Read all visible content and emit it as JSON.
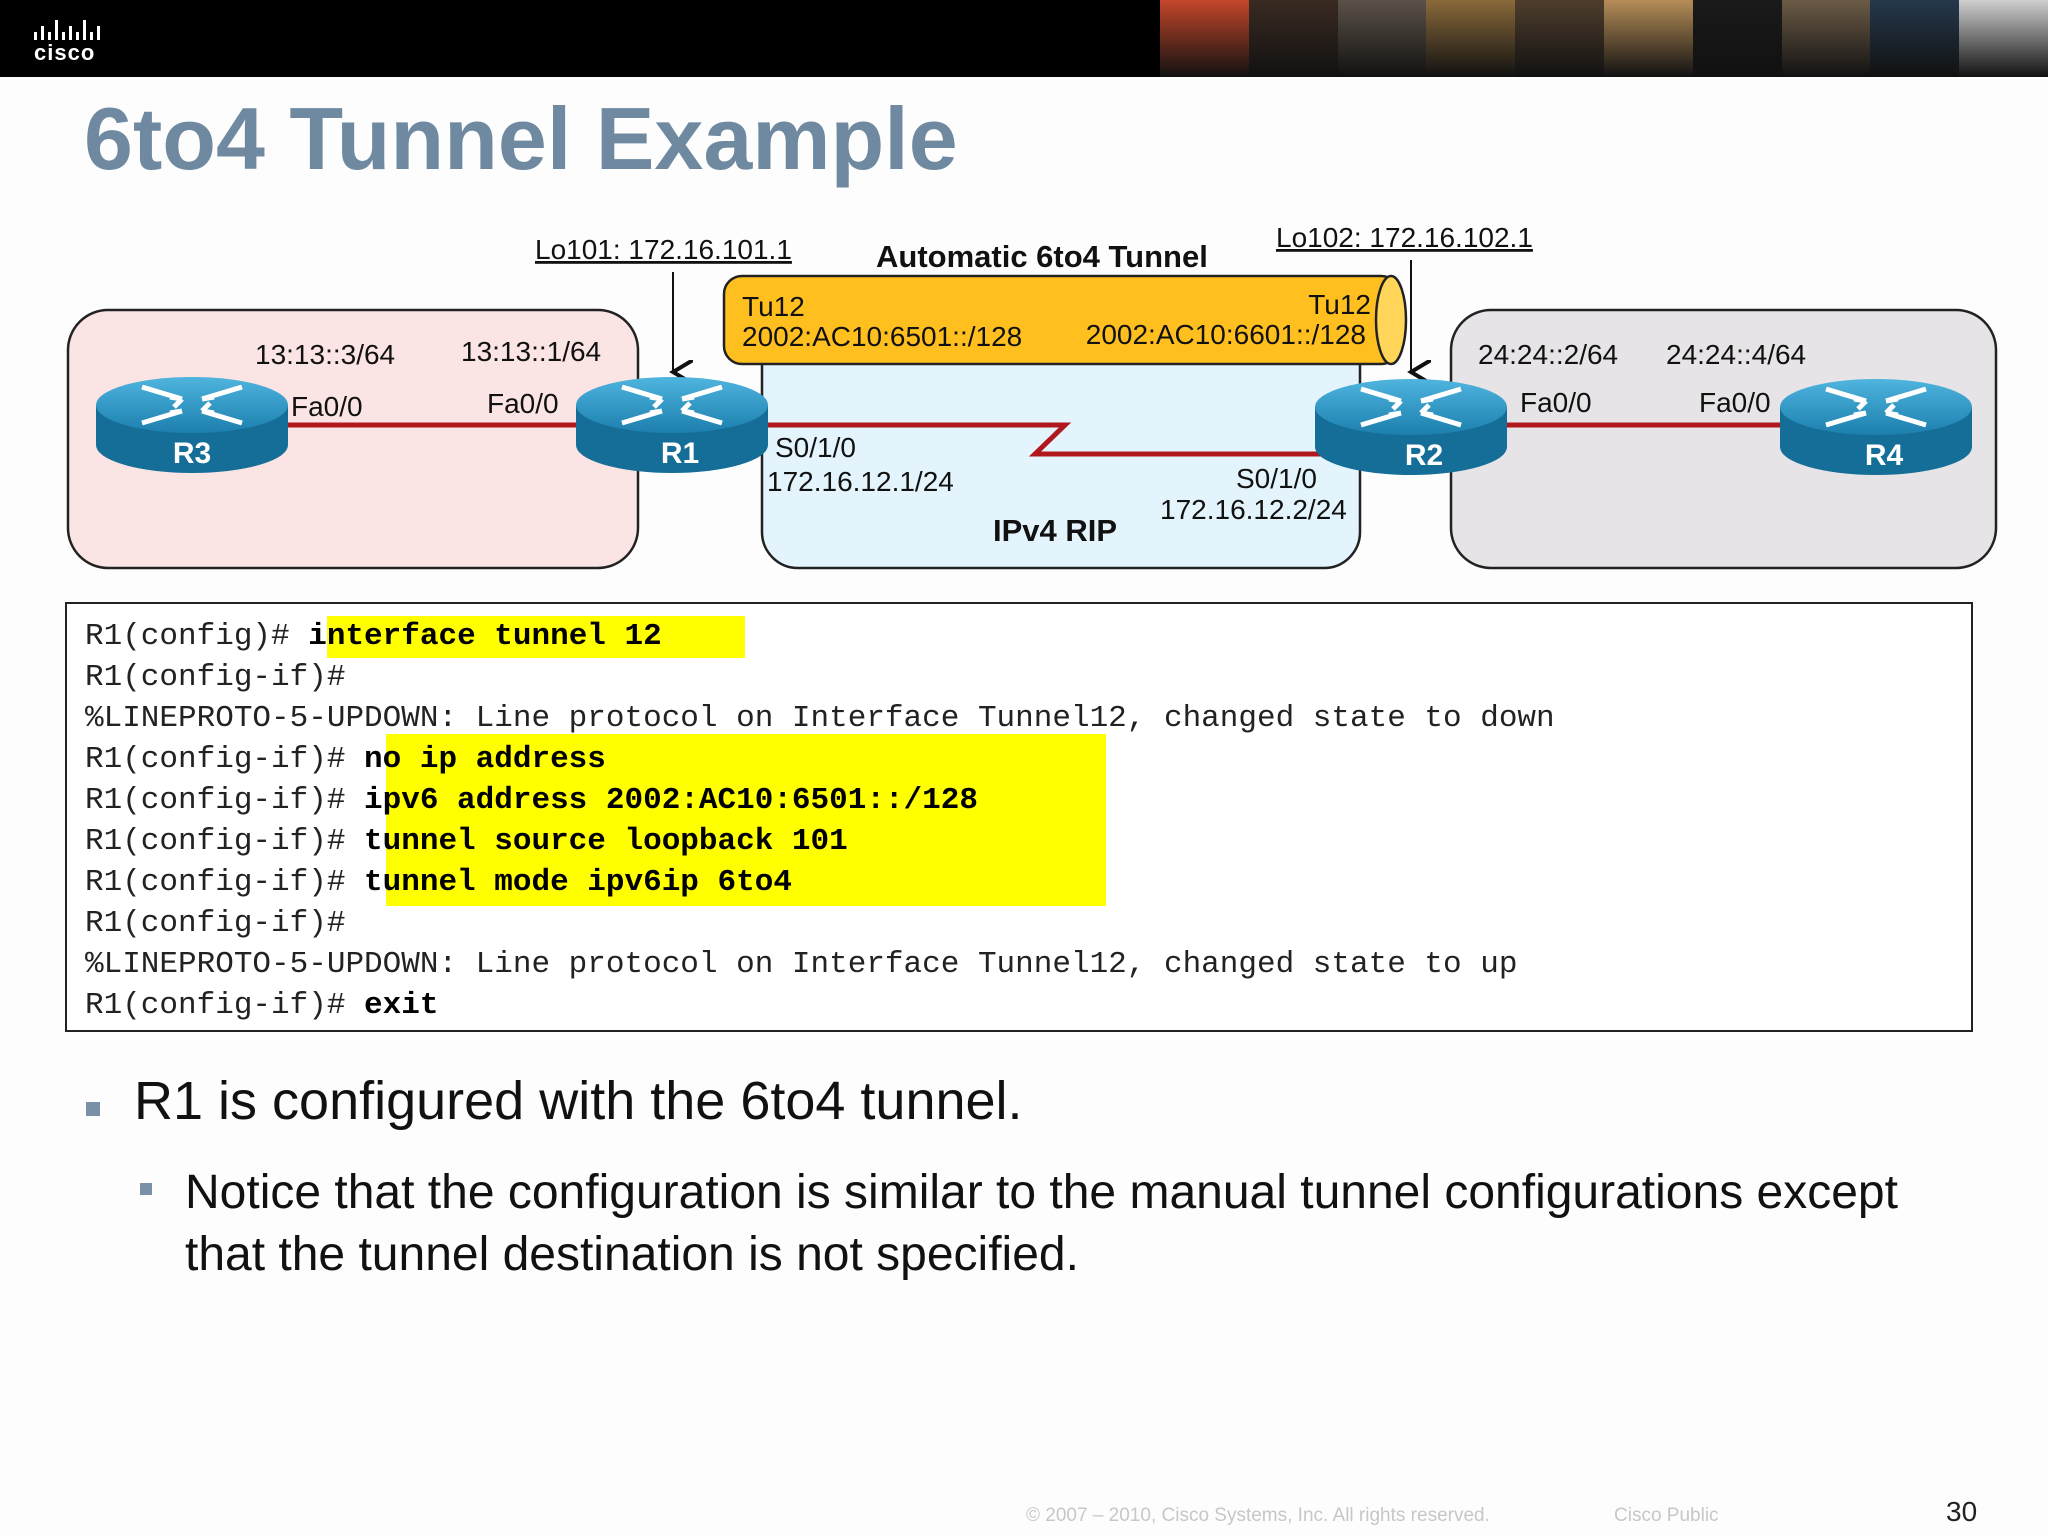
{
  "header": {
    "logo_text": "cisco",
    "photo_colors": [
      "#c3462a",
      "#3a2a22",
      "#5b5148",
      "#8a6a3a",
      "#4e3d2c",
      "#b68d58",
      "#1a1a1a",
      "#6c5b46",
      "#24384c",
      "#cfcfcf"
    ]
  },
  "slide": {
    "title": "6to4 Tunnel Example",
    "page_number": "30",
    "copyright": "© 2007 – 2010, Cisco Systems, Inc. All rights reserved.",
    "classification": "Cisco Public"
  },
  "diagram": {
    "tunnel_title": "Automatic 6to4 Tunnel",
    "lo101": "Lo101: 172.16.101.1",
    "lo102": "Lo102: 172.16.102.1",
    "tunnel_left_if": "Tu12",
    "tunnel_left_addr": "2002:AC10:6501::/128",
    "tunnel_right_if": "Tu12",
    "tunnel_right_addr": "2002:AC10:6601::/128",
    "ipv4_rip": "IPv4 RIP",
    "routers": {
      "r3": "R3",
      "r1": "R1",
      "r2": "R2",
      "r4": "R4"
    },
    "r3_addr": "13:13::3/64",
    "r3_if": "Fa0/0",
    "r1_lan_addr": "13:13::1/64",
    "r1_lan_if": "Fa0/0",
    "r1_wan_if": "S0/1/0",
    "r1_wan_addr": "172.16.12.1/24",
    "r2_wan_if": "S0/1/0",
    "r2_wan_addr": "172.16.12.2/24",
    "r2_lan_addr": "24:24::2/64",
    "r2_lan_if": "Fa0/0",
    "r4_addr": "24:24::4/64",
    "r4_if": "Fa0/0",
    "colors": {
      "left_zone": "#fbe4e4",
      "center_zone": "#e3f4fc",
      "right_zone": "#e6e4e6",
      "tunnel": "#ffbf1f",
      "link": "#b1181e",
      "router": "#1b86b4"
    }
  },
  "cli": [
    {
      "prompt": "R1(config)# ",
      "cmd": "interface tunnel 12"
    },
    {
      "prompt": "R1(config-if)#",
      "cmd": ""
    },
    {
      "prompt": "%LINEPROTO-5-UPDOWN: Line protocol on Interface Tunnel12, changed state to down",
      "cmd": ""
    },
    {
      "prompt": "R1(config-if)# ",
      "cmd": "no ip address"
    },
    {
      "prompt": "R1(config-if)# ",
      "cmd": "ipv6 address 2002:AC10:6501::/128"
    },
    {
      "prompt": "R1(config-if)# ",
      "cmd": "tunnel source loopback 101"
    },
    {
      "prompt": "R1(config-if)# ",
      "cmd": "tunnel mode ipv6ip 6to4"
    },
    {
      "prompt": "R1(config-if)#",
      "cmd": ""
    },
    {
      "prompt": "%LINEPROTO-5-UPDOWN: Line protocol on Interface Tunnel12, changed state to up",
      "cmd": ""
    },
    {
      "prompt": "R1(config-if)# ",
      "cmd": "exit"
    }
  ],
  "bullets": {
    "main": "R1 is configured with the 6to4 tunnel.",
    "sub": "Notice that the configuration is similar to the manual tunnel configurations except that the tunnel destination is not specified."
  }
}
